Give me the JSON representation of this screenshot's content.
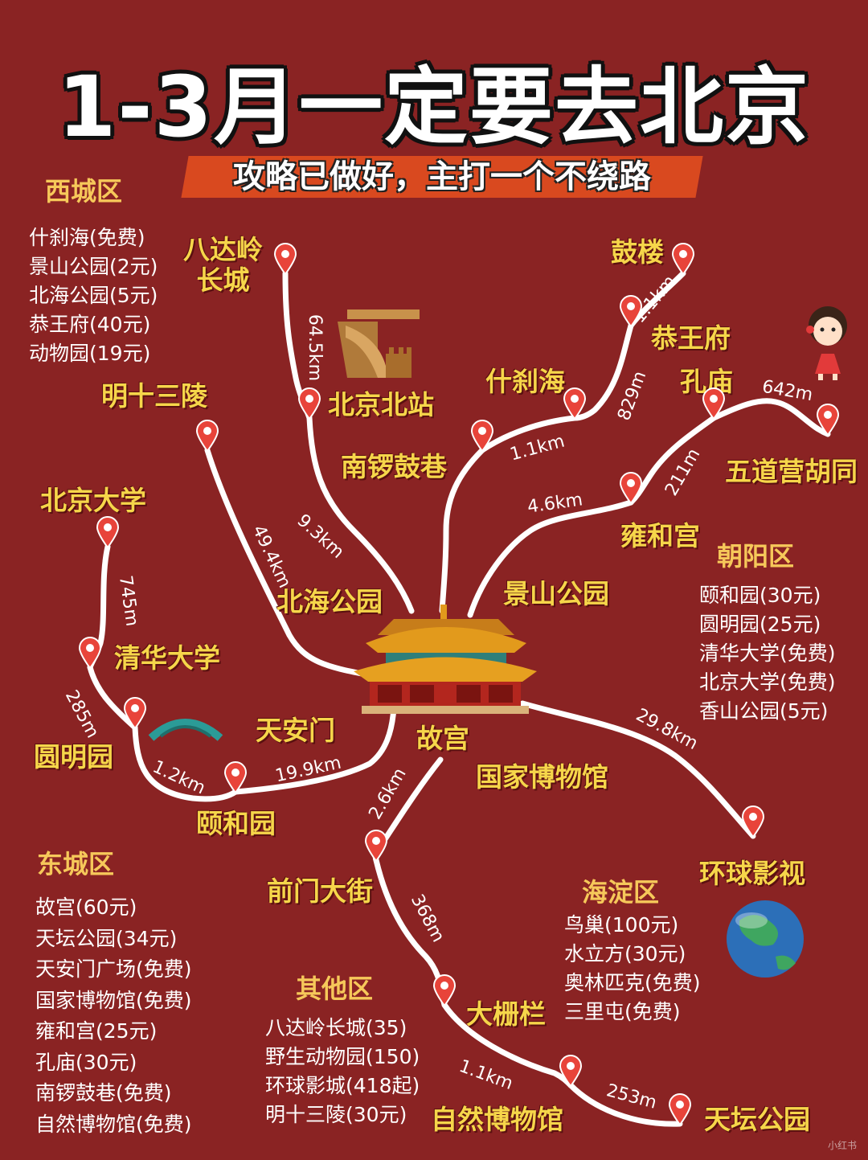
{
  "title": "1-3月一定要去北京",
  "subtitle": "攻略已做好，主打一个不绕路",
  "districts": {
    "xicheng": {
      "name": "西城区",
      "items": [
        "什刹海(免费)",
        "景山公园(2元)",
        "北海公园(5元)",
        "恭王府(40元)",
        "动物园(19元)"
      ]
    },
    "chaoyang": {
      "name": "朝阳区",
      "items": [
        "颐和园(30元)",
        "圆明园(25元)",
        "清华大学(免费)",
        "北京大学(免费)",
        "香山公园(5元)"
      ]
    },
    "dongcheng": {
      "name": "东城区",
      "items": [
        "故宫(60元)",
        "天坛公园(34元)",
        "天安门广场(免费)",
        "国家博物馆(免费)",
        "雍和宫(25元)",
        "孔庙(30元)",
        "南锣鼓巷(免费)",
        "自然博物馆(免费)"
      ]
    },
    "haidian": {
      "name": "海淀区",
      "items": [
        "鸟巢(100元)",
        "水立方(30元)",
        "奥林匹克(免费)",
        "三里屯(免费)"
      ]
    },
    "other": {
      "name": "其他区",
      "items": [
        "八达岭长城(35)",
        "野生动物园(150)",
        "环球影城(418起)",
        "明十三陵(30元)"
      ]
    }
  },
  "places": {
    "badaling": "八达岭\n长城",
    "beijingnorth": "北京北站",
    "gulou": "鼓楼",
    "gongwangfu": "恭王府",
    "shichahai": "什刹海",
    "kongmiao": "孔庙",
    "wudaoying": "五道营胡同",
    "ming13": "明十三陵",
    "nanluoguxiang": "南锣鼓巷",
    "yonghegong": "雍和宫",
    "pku": "北京大学",
    "beihai": "北海公园",
    "jingshan": "景山公园",
    "tsinghua": "清华大学",
    "yuanmingyuan": "圆明园",
    "tiananmen": "天安门",
    "gugong": "故宫",
    "guobo": "国家博物馆",
    "yiheyuan": "颐和园",
    "universal": "环球影视",
    "qianmen": "前门大街",
    "dashilan": "大栅栏",
    "ziranbowuguan": "自然博物馆",
    "tiantan": "天坛公园"
  },
  "distances": {
    "badaling_north": "64.5km",
    "gulou_gongwangfu": "1.1km",
    "gongwangfu_shichahai": "829m",
    "kongmiao_wudaoying": "642m",
    "shichahai_nanluo": "1.1km",
    "kongmiao_yonghe": "211m",
    "nanluo_yonghe": "4.6km",
    "north_beihai": "9.3km",
    "ming13_gugong": "49.4km",
    "pku_tsinghua": "745m",
    "tsinghua_yuanming": "285m",
    "yuanming_yihe": "1.2km",
    "yihe_tiananmen": "19.9km",
    "gugong_universal": "29.8km",
    "gugong_qianmen": "2.6km",
    "qianmen_dashilan": "368m",
    "dashilan_ziran": "1.1km",
    "ziran_tiantan": "253m"
  },
  "watermark": "小红书",
  "colors": {
    "background": "#8a2323",
    "route": "#ffffff",
    "place_label": "#f6d64a",
    "district_label": "#f6c85a",
    "pin": "#e8443a",
    "band": "#d9491f"
  }
}
